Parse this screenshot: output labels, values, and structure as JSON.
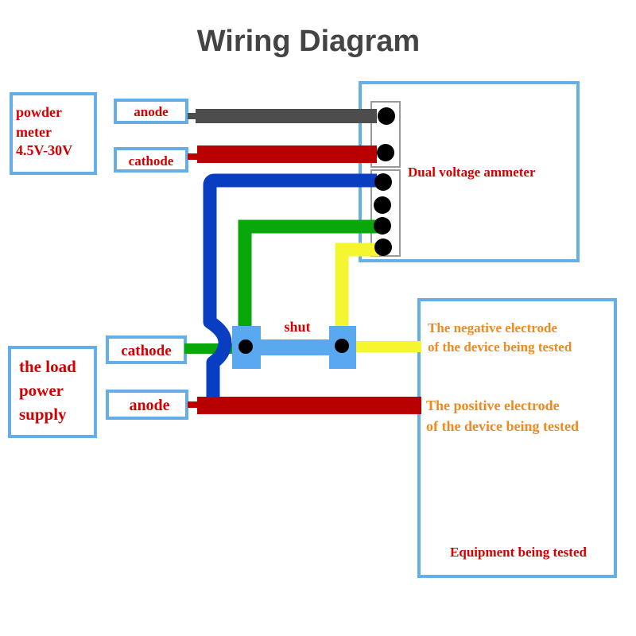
{
  "title": "Wiring Diagram",
  "power_meter": {
    "label_line1": "powder",
    "label_line2": "meter",
    "label_line3": "4.5V-30V",
    "anode_label": "anode",
    "cathode_label": "cathode"
  },
  "ammeter": {
    "label": "Dual voltage ammeter"
  },
  "shunt": {
    "label": "shut"
  },
  "load_power_supply": {
    "label_line1": "the load",
    "label_line2": "power",
    "label_line3": "supply",
    "cathode_label": "cathode",
    "anode_label": "anode"
  },
  "device_under_test": {
    "negative_line1": "The negative electrode",
    "negative_line2": "of the device being tested",
    "positive_line1": "The positive electrode",
    "positive_line2": "of the device being tested",
    "label": "Equipment being tested"
  },
  "colors": {
    "label_red": "#d40000",
    "label_orange": "#f08a1c",
    "box_border": "#66aee8",
    "wire_gray": "#4d4d4d",
    "wire_red": "#b80000",
    "wire_blue": "#0a3ec2",
    "wire_green": "#0aa70a",
    "wire_yellow": "#f5f530",
    "shunt_block": "#5aa8f0"
  }
}
